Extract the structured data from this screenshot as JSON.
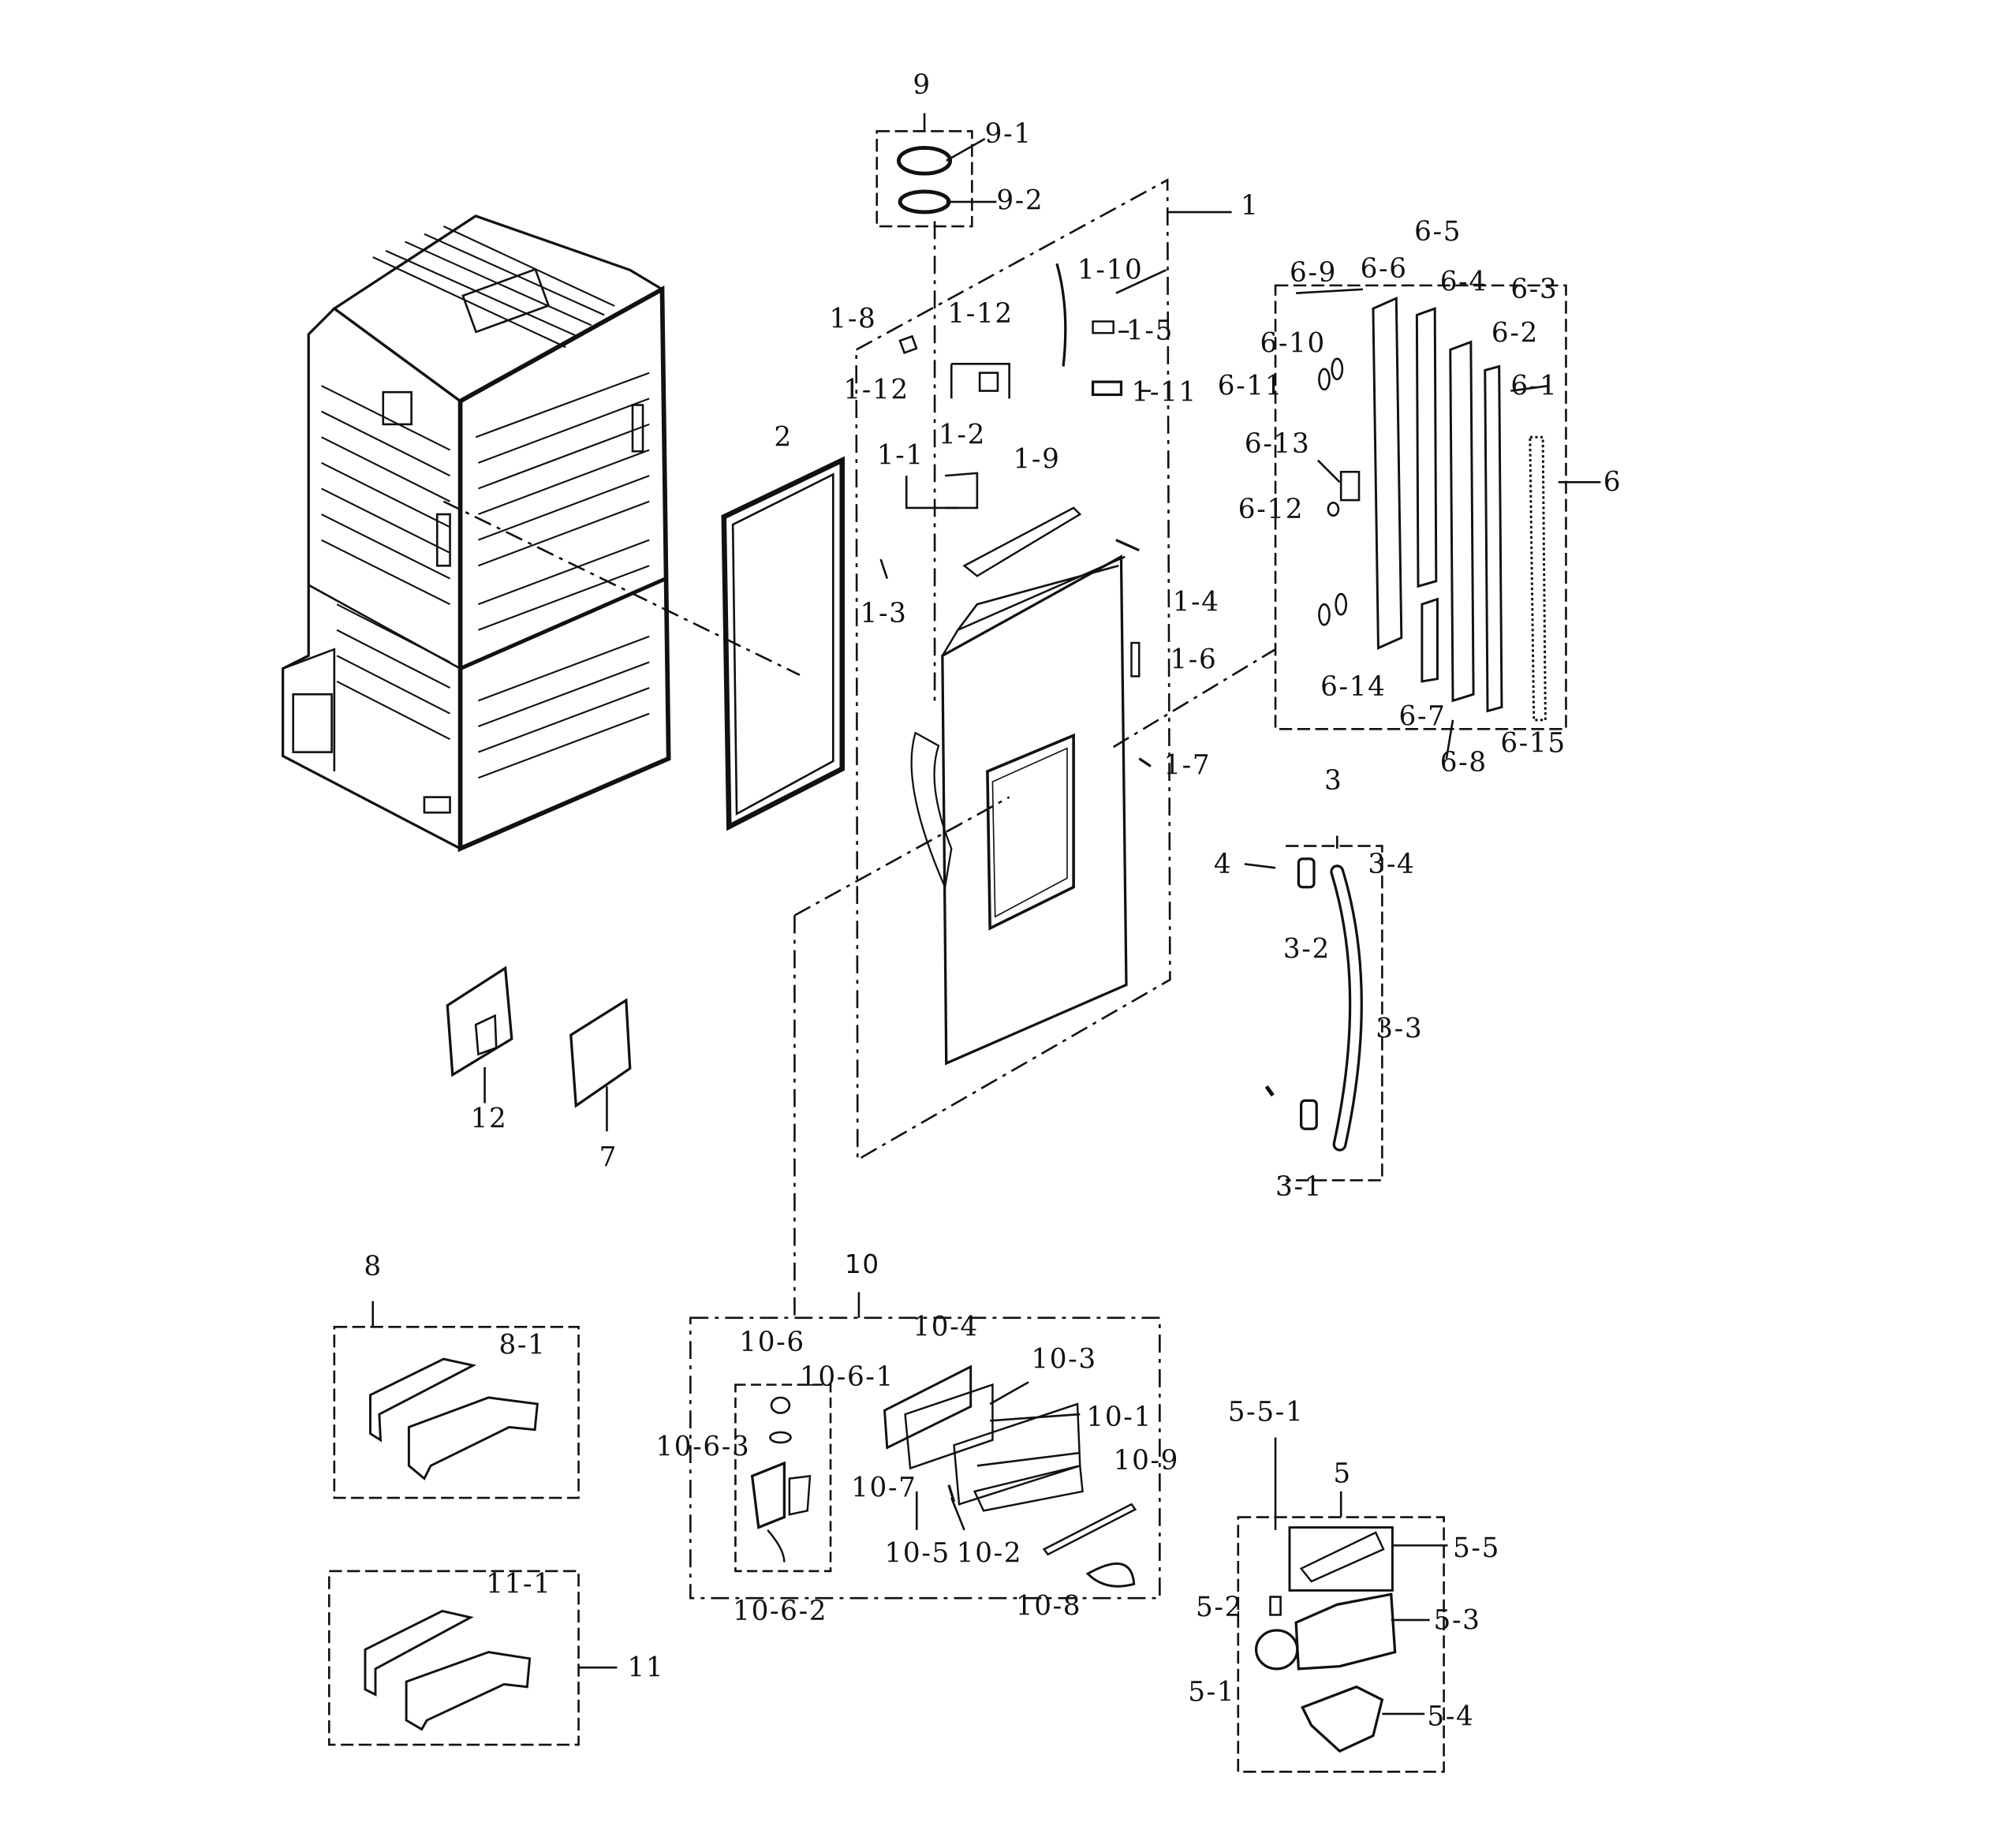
{
  "diagram": {
    "labels": {
      "l9": "9",
      "l9_1": "9-1",
      "l9_2": "9-2",
      "l1": "1",
      "l1_10": "1-10",
      "l1_5": "1-5",
      "l1_8": "1-8",
      "l1_12a": "1-12",
      "l1_12b": "1-12",
      "l1_11": "1-11",
      "l2": "2",
      "l1_1": "1-1",
      "l1_2": "1-2",
      "l1_9": "1-9",
      "l1_3": "1-3",
      "l1_4": "1-4",
      "l1_6": "1-6",
      "l1_7": "1-7",
      "l6_5": "6-5",
      "l6_9": "6-9",
      "l6_6": "6-6",
      "l6_4": "6-4",
      "l6_3": "6-3",
      "l6_10": "6-10",
      "l6_2": "6-2",
      "l6_11": "6-11",
      "l6_1": "6-1",
      "l6_13": "6-13",
      "l6": "6",
      "l6_12": "6-12",
      "l6_14": "6-14",
      "l6_7": "6-7",
      "l6_8": "6-8",
      "l6_15": "6-15",
      "l3": "3",
      "l4": "4",
      "l3_4": "3-4",
      "l3_2": "3-2",
      "l3_3": "3-3",
      "l3_1": "3-1",
      "l12": "12",
      "l7": "7",
      "l8": "8",
      "l8_1": "8-1",
      "l10": "10",
      "l10_6": "10-6",
      "l10_4": "10-4",
      "l10_3": "10-3",
      "l10_6_1": "10-6-1",
      "l10_1": "10-1",
      "l10_6_3": "10-6-3",
      "l10_9": "10-9",
      "l10_7": "10-7",
      "l10_5": "10-5",
      "l10_2": "10-2",
      "l10_6_2": "10-6-2",
      "l10_8": "10-8",
      "l11_1": "11-1",
      "l11": "11",
      "l5_5_1": "5-5-1",
      "l5": "5",
      "l5_5": "5-5",
      "l5_2": "5-2",
      "l5_3": "5-3",
      "l5_1": "5-1",
      "l5_4": "5-4"
    }
  }
}
